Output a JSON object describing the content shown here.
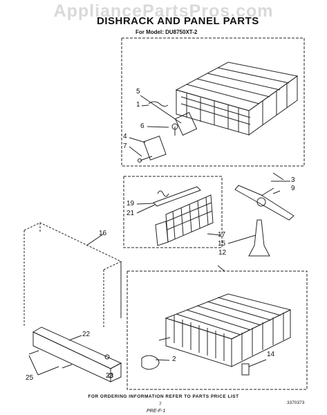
{
  "watermark": "AppliancePartsPros.com",
  "title": "DISHRACK AND PANEL PARTS",
  "subtitle": "For Model: DU8750XT-2",
  "callouts": {
    "c5": "5",
    "c1": "1",
    "c6": "6",
    "c4": "4",
    "c7": "7",
    "c3": "3",
    "c9": "9",
    "c19": "19",
    "c21": "21",
    "c17": "17",
    "c15": "15",
    "c12": "12",
    "c16": "16",
    "c22": "22",
    "c2": "2",
    "c14": "14",
    "c23": "23",
    "c25": "25"
  },
  "footer": "FOR ORDERING INFORMATION REFER TO PARTS PRICE LIST",
  "page_number": "7",
  "doc_number": "3370373",
  "handwritten": "PRE-F-1"
}
